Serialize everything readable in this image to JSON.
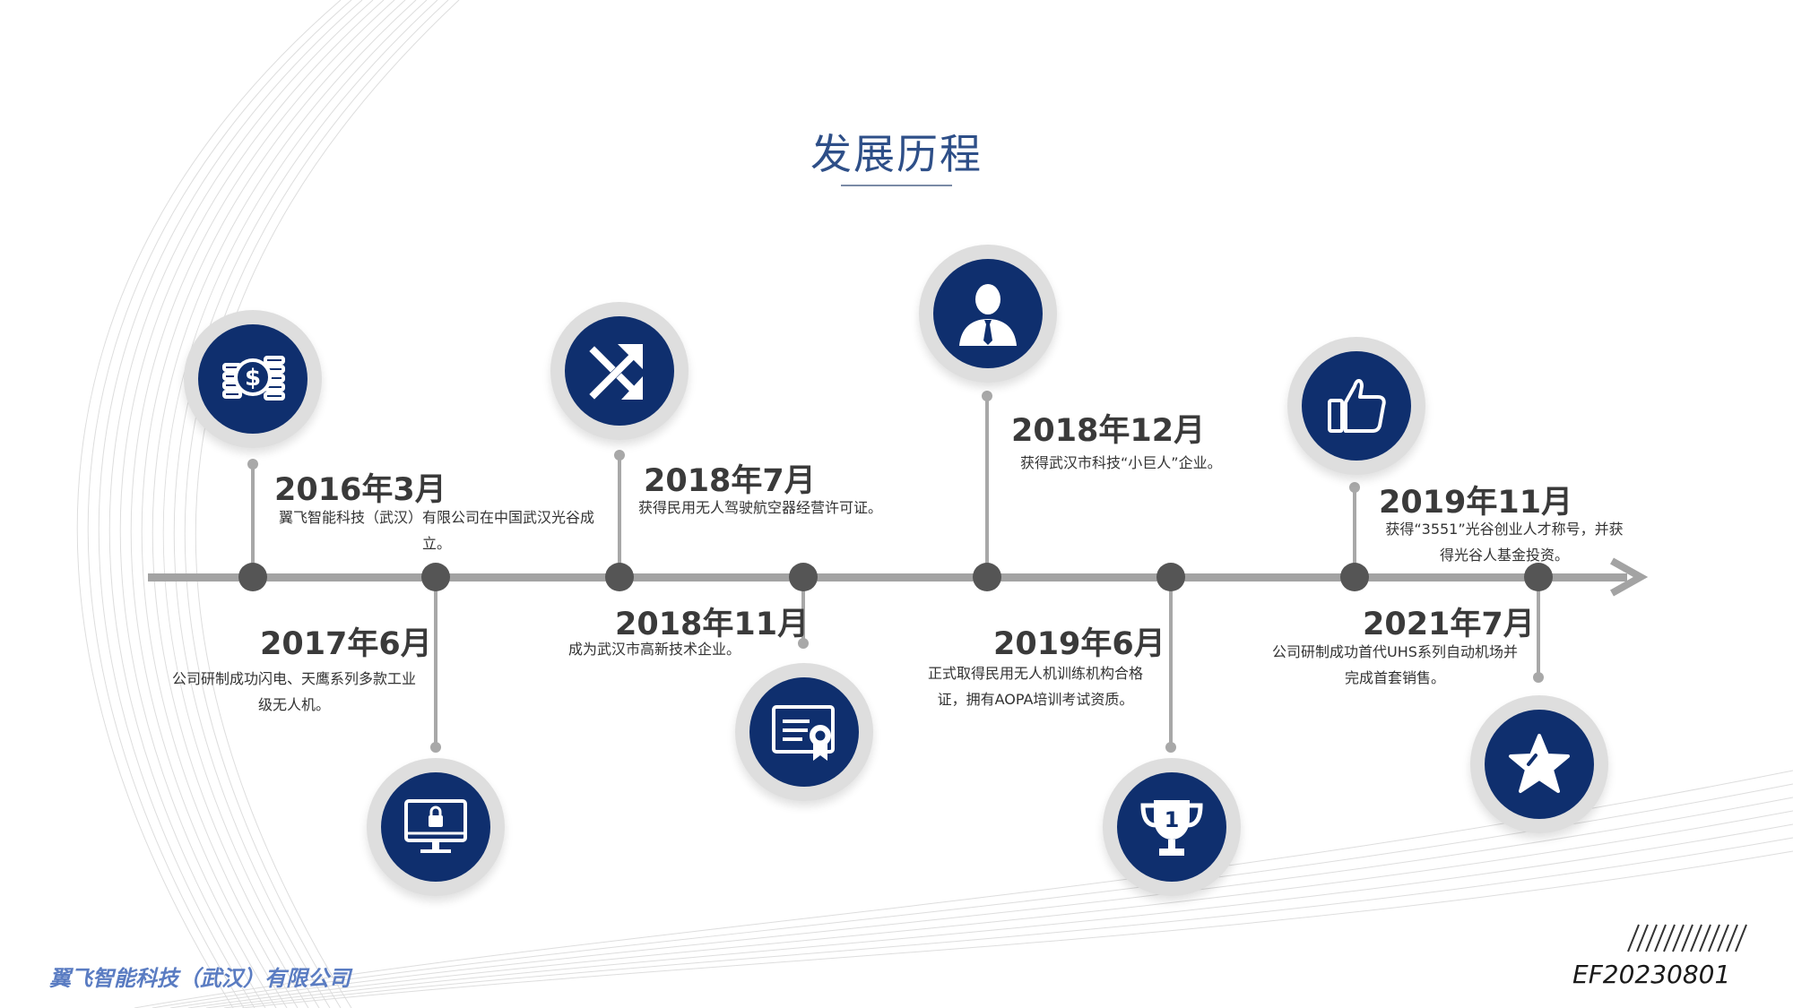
{
  "title": "发展历程",
  "accent_color": "#0f2f6e",
  "company": "翼飞智能科技（武汉）有限公司",
  "doc_code": "EF20230801",
  "milestones": [
    {
      "date": "2016年3月",
      "desc": "翼飞智能科技（武汉）有限公司在中国武汉光谷成立。",
      "icon": "coin-dollar-icon"
    },
    {
      "date": "2017年6月",
      "desc": "公司研制成功闪电、天鹰系列多款工业级无人机。",
      "icon": "computer-lock-icon"
    },
    {
      "date": "2018年7月",
      "desc": "获得民用无人驾驶航空器经营许可证。",
      "icon": "shuffle-arrows-icon"
    },
    {
      "date": "2018年11月",
      "desc": "成为武汉市高新技术企业。",
      "icon": "certificate-icon"
    },
    {
      "date": "2018年12月",
      "desc": "获得武汉市科技“小巨人”企业。",
      "icon": "person-icon"
    },
    {
      "date": "2019年6月",
      "desc": "正式取得民用无人机训练机构合格证，拥有AOPA培训考试资质。",
      "icon": "trophy-icon"
    },
    {
      "date": "2019年11月",
      "desc": "获得“3551”光谷创业人才称号，并获得光谷人基金投资。",
      "icon": "thumbs-up-icon"
    },
    {
      "date": "2021年7月",
      "desc": "公司研制成功首代UHS系列自动机场并完成首套销售。",
      "icon": "star-icon"
    }
  ]
}
